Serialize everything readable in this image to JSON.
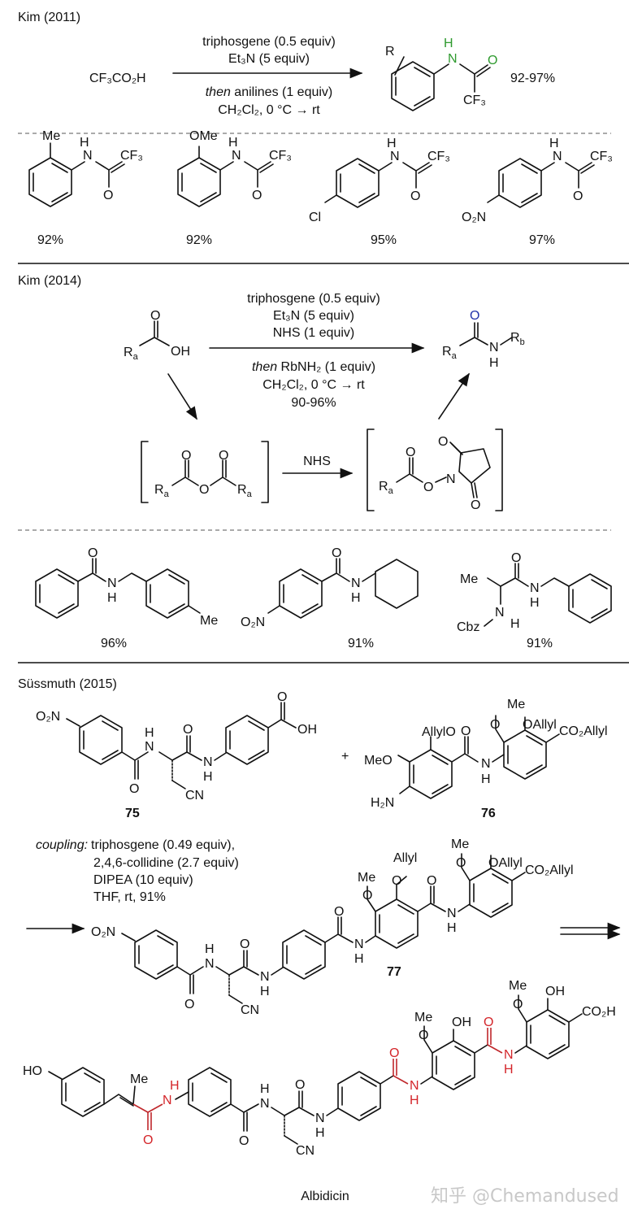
{
  "sections": {
    "kim2011": {
      "title": "Kim (2011)",
      "reagent": "CF₃CO₂H",
      "cond1": "triphosgene (0.5 equiv)",
      "cond2": "Et₃N (5 equiv)",
      "cond3_italic": "then",
      "cond3_rest": " anilines (1 equiv)",
      "cond4": "CH₂Cl₂, 0 °C → rt",
      "yield": "92-97%",
      "product_R": "R",
      "product_NH": "N",
      "product_H": "H",
      "product_O": "O",
      "product_CF3": "CF₃",
      "examples": [
        {
          "sub": "Me",
          "yield": "92%"
        },
        {
          "sub": "OMe",
          "yield": "92%"
        },
        {
          "sub": "Cl",
          "yield": "95%"
        },
        {
          "sub": "O₂N",
          "yield": "97%"
        }
      ]
    },
    "kim2014": {
      "title": "Kim (2014)",
      "cond1": "triphosgene (0.5 equiv)",
      "cond2": "Et₃N (5 equiv)",
      "cond3": "NHS (1 equiv)",
      "cond4_italic": "then",
      "cond4_rest": " RbNH₂ (1 equiv)",
      "cond5": "CH₂Cl₂, 0 °C → rt",
      "cond6": "90-96%",
      "acid_R": "Ra",
      "acid_OH": "OH",
      "acid_O": "O",
      "amide_O": "O",
      "amide_N": "N",
      "amide_H": "H",
      "amide_Rb": "Rb",
      "nhs_label": "NHS",
      "examples": [
        {
          "yield": "96%",
          "sub": "Me"
        },
        {
          "yield": "91%",
          "sub": "O₂N"
        },
        {
          "yield": "91%",
          "sub": "Me",
          "pg": "Cbz"
        }
      ]
    },
    "sussmuth2015": {
      "title": "Süssmuth (2015)",
      "cmpd75": "75",
      "cmpd76": "76",
      "cmpd77": "77",
      "plus": "+",
      "coupling_italic": "coupling:",
      "coupling1": "triphosgene (0.49 equiv),",
      "coupling2": "2,4,6-collidine (2.7 equiv)",
      "coupling3": "DIPEA (10 equiv)",
      "coupling4": "THF, rt, 91%",
      "product_name": "Albidicin",
      "labels": {
        "o2n": "O₂N",
        "cn": "CN",
        "oh": "OH",
        "oallyl": "OAllyl",
        "allylo": "AllylO",
        "meo": "MeO",
        "me": "Me",
        "co2allyl": "CO₂Allyl",
        "co2h": "CO₂H",
        "h2n": "H₂N",
        "ho": "HO",
        "allyl": "Allyl"
      }
    }
  },
  "watermark": "知乎 @Chemandused"
}
